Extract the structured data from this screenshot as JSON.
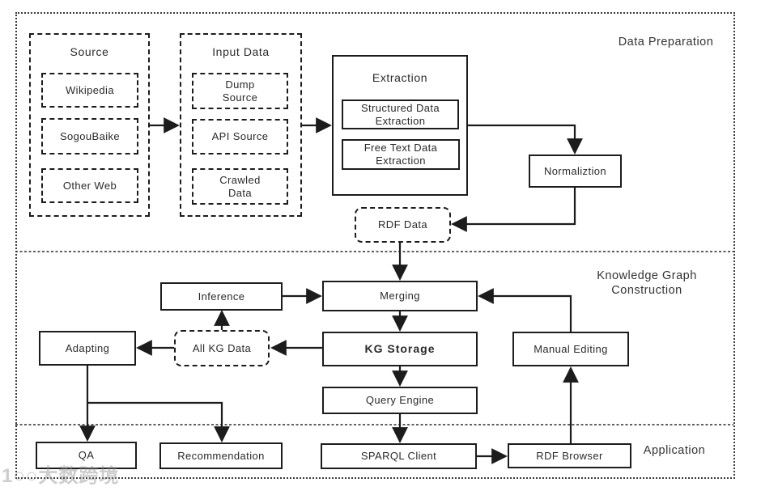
{
  "sections": {
    "data_preparation": {
      "label": "Data Preparation"
    },
    "kg_construction": {
      "label": "Knowledge Graph\nConstruction"
    },
    "application": {
      "label": "Application"
    }
  },
  "data_preparation": {
    "source_group": {
      "title": "Source",
      "items": [
        "Wikipedia",
        "SogouBaike",
        "Other Web"
      ]
    },
    "input_group": {
      "title": "Input Data",
      "items": [
        "Dump\nSource",
        "API Source",
        "Crawled\nData"
      ]
    },
    "extraction_group": {
      "title": "Extraction",
      "items": [
        "Structured Data\nExtraction",
        "Free Text Data\nExtraction"
      ]
    },
    "normaliztion": "Normaliztion",
    "rdf_data": "RDF Data"
  },
  "kg_construction": {
    "inference": "Inference",
    "merging": "Merging",
    "adapting": "Adapting",
    "all_kg_data": "All KG Data",
    "kg_storage": "KG Storage",
    "manual_editing": "Manual Editing",
    "query_engine": "Query Engine"
  },
  "application": {
    "qa": "QA",
    "recommendation": "Recommendation",
    "sparql_client": "SPARQL Client",
    "rdf_browser": "RDF Browser"
  },
  "watermark": "1○○大数跨境",
  "colors": {
    "line": "#1c1c1c",
    "background": "#ffffff",
    "text": "#2a2a2a",
    "section_text": "#333333",
    "watermark": "#919191"
  }
}
